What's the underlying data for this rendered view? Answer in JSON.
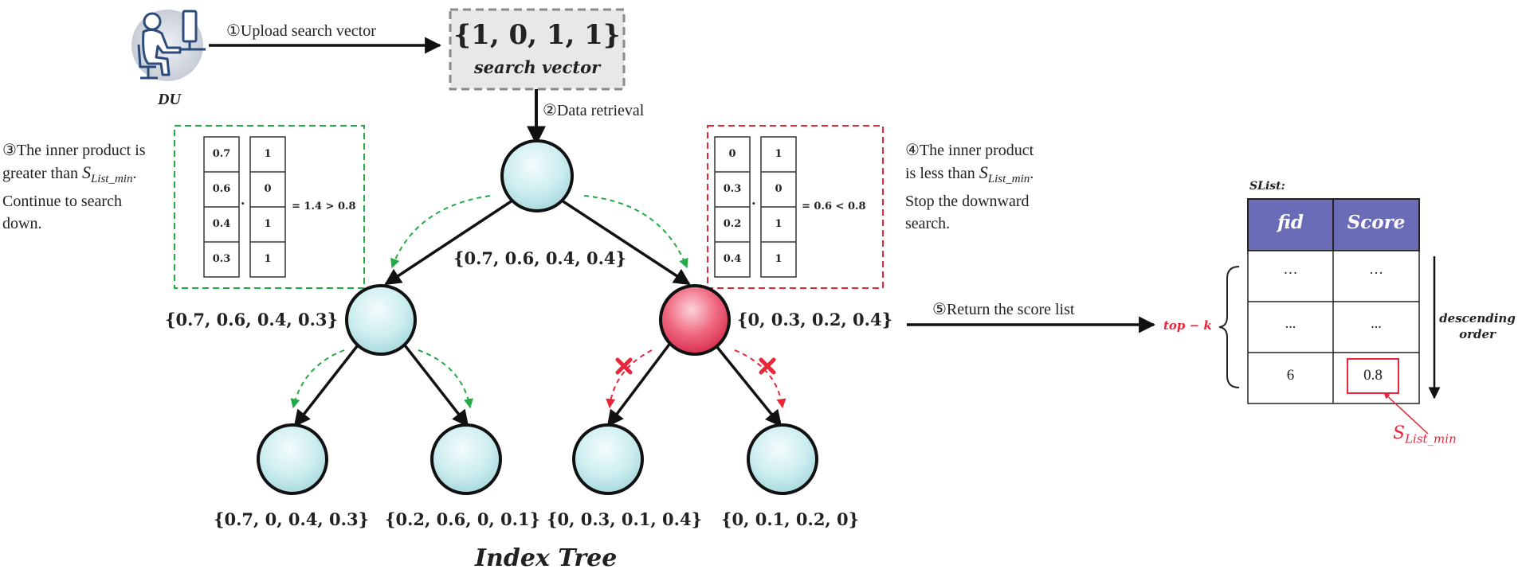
{
  "user": {
    "label": "DU"
  },
  "steps": {
    "upload": "①Upload search vector",
    "retrieval": "②Data retrieval",
    "return": "⑤Return the score list"
  },
  "search_vector": {
    "values": "{1, 0, 1, 1}",
    "caption": "search vector"
  },
  "note_left": {
    "l1": "③The inner product is",
    "l2_pre": "greater than ",
    "s": "S",
    "sub": "List_min",
    "dot": ".",
    "l3": "Continue to search",
    "l4": "down."
  },
  "note_right": {
    "l1": "④The inner product",
    "l2_pre": "is less than ",
    "s": "S",
    "sub": "List_min",
    "dot": ".",
    "l3": "Stop the downward",
    "l4": "search."
  },
  "calc_left": {
    "a": [
      "0.7",
      "0.6",
      "0.4",
      "0.3"
    ],
    "b": [
      "1",
      "0",
      "1",
      "1"
    ],
    "op": "·",
    "result": "= 1.4 > 0.8"
  },
  "calc_right": {
    "a": [
      "0",
      "0.3",
      "0.2",
      "0.4"
    ],
    "b": [
      "1",
      "0",
      "1",
      "1"
    ],
    "op": "·",
    "result": "= 0.6 < 0.8"
  },
  "tree": {
    "root": "{0.7, 0.6, 0.4, 0.4}",
    "left": "{0.7, 0.6, 0.4, 0.3}",
    "right": "{0, 0.3, 0.2, 0.4}",
    "ll": "{0.7, 0, 0.4, 0.3}",
    "lr": "{0.2, 0.6, 0, 0.1}",
    "rl": "{0, 0.3, 0.1, 0.4}",
    "rr": "{0, 0.1, 0.2, 0}",
    "title": "Index Tree"
  },
  "slist": {
    "title": "SList:",
    "headers": [
      "fid",
      "Score"
    ],
    "rows": [
      [
        "…",
        "…"
      ],
      [
        "...",
        "..."
      ],
      [
        "6",
        "0.8"
      ]
    ],
    "topk": "top − k",
    "order_1": "descending",
    "order_2": "order",
    "smin_s": "S",
    "smin_sub": "List_min"
  },
  "colors": {
    "green": "#22aa44",
    "red": "#e8263a",
    "node_fill": "#c9ebee",
    "red_node": "#ee4a66",
    "header": "#6a6cb8"
  }
}
